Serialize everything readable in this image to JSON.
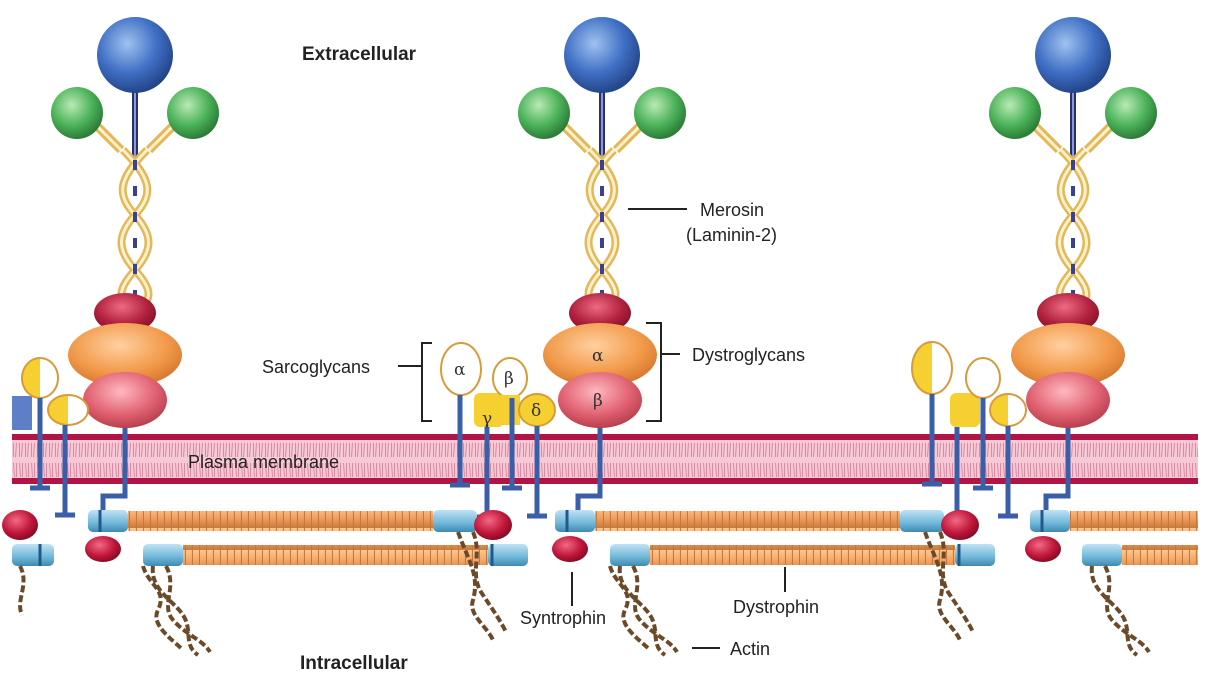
{
  "labels": {
    "extracellular": "Extracellular",
    "intracellular": "Intracellular",
    "merosin": "Merosin",
    "merosin_alt": "(Laminin-2)",
    "sarcoglycans": "Sarcoglycans",
    "dystroglycans": "Dystroglycans",
    "plasma_membrane": "Plasma membrane",
    "syntrophin": "Syntrophin",
    "dystrophin": "Dystrophin",
    "actin": "Actin"
  },
  "greek": {
    "alpha": "α",
    "beta": "β",
    "gamma": "γ",
    "delta": "δ"
  },
  "colors": {
    "laminin_head": "#3f6fc4",
    "laminin_arm": "#4cb35a",
    "helix": "#f0c14b",
    "alpha_dg": "#f29a4a",
    "beta_dg": "#e06070",
    "cap_dg": "#b0203c",
    "membrane": "#c01a4a",
    "dystrophin_rod": "#f0a060",
    "dystrophin_end": "#6fb7da",
    "syntrophin": "#c0163a",
    "actin": "#6b4a2a",
    "stem": "#3a5ea8",
    "sarcoglycan": "#f5d030"
  }
}
